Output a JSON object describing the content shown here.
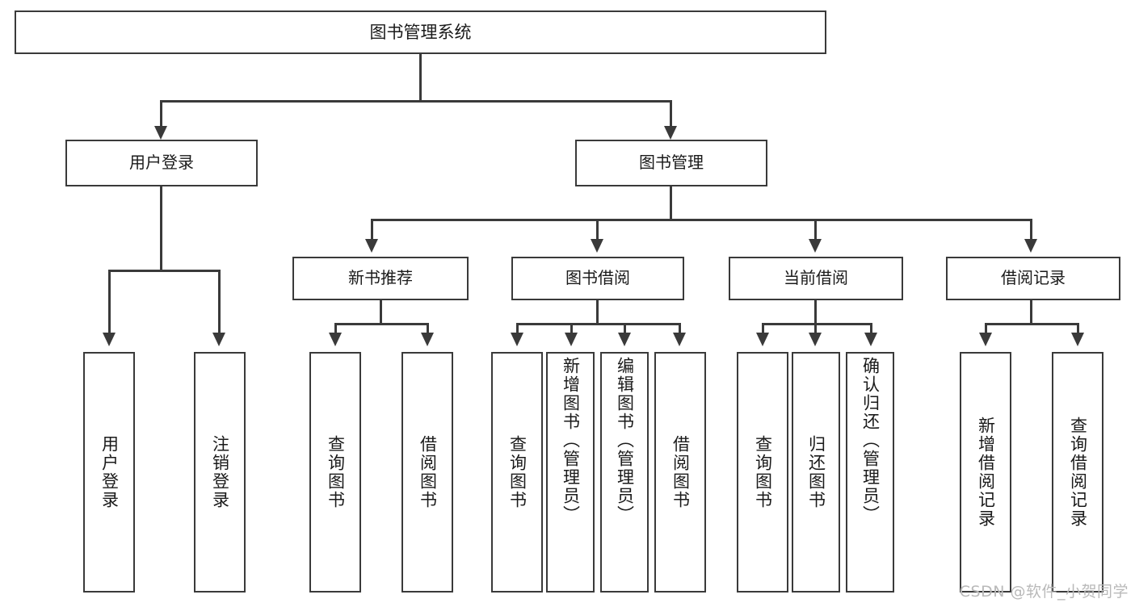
{
  "diagram": {
    "type": "tree",
    "title": "图书管理系统",
    "watermark": "CSDN @软件_小贺同学",
    "colors": {
      "stroke": "#3a3a3a",
      "fill": "#ffffff",
      "text": "#1a1a1a",
      "watermark": "#b9b9b9"
    },
    "nodes": {
      "root": "图书管理系统",
      "level1": [
        "用户登录",
        "图书管理"
      ],
      "level2": [
        "新书推荐",
        "图书借阅",
        "当前借阅",
        "借阅记录"
      ],
      "leaves": {
        "user_login": [
          "用户登录",
          "注销登录"
        ],
        "new_book": [
          "查询图书",
          "借阅图书"
        ],
        "book_borrow": [
          "查询图书",
          "新增图书（管理员）",
          "编辑图书（管理员）",
          "借阅图书"
        ],
        "current_borrow": [
          "查询图书",
          "归还图书",
          "确认归还（管理员）"
        ],
        "borrow_record": [
          "新增借阅记录",
          "查询借阅记录"
        ]
      }
    }
  }
}
